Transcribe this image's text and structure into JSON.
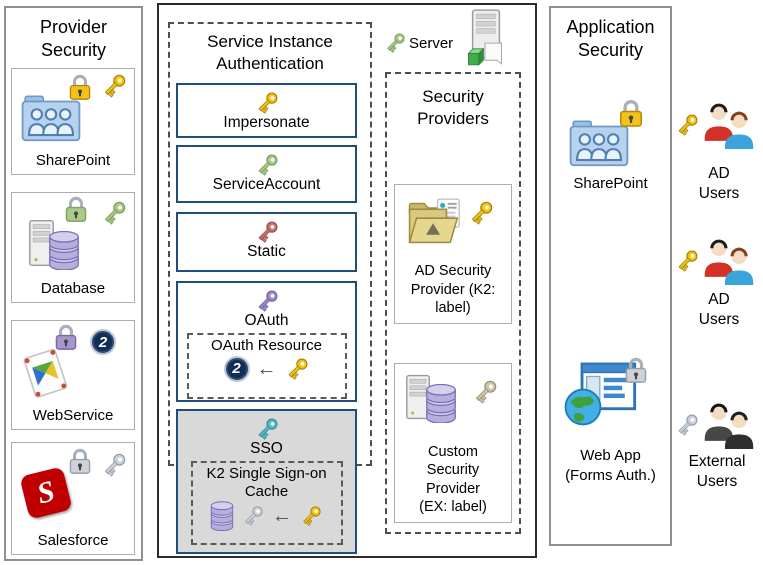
{
  "provider_panel": {
    "title": "Provider Security",
    "items": [
      {
        "label": "SharePoint"
      },
      {
        "label": "Database"
      },
      {
        "label": "WebService"
      },
      {
        "label": "Salesforce"
      }
    ]
  },
  "middle_panel": {
    "server_label": "Server",
    "sia": {
      "title": "Service Instance Authentication",
      "methods": [
        {
          "label": "Impersonate",
          "key_color": "#F2C40D"
        },
        {
          "label": "ServiceAccount",
          "key_color": "#A6C687"
        },
        {
          "label": "Static",
          "key_color": "#C4736D"
        },
        {
          "label": "OAuth",
          "key_color": "#9C89C6"
        }
      ],
      "oauth_resource": {
        "label": "OAuth Resource"
      },
      "sso": {
        "label": "SSO",
        "key_color": "#55B7C6"
      },
      "k2_cache": {
        "label": "K2 Single Sign-on Cache"
      }
    },
    "security_providers": {
      "title": "Security Providers",
      "items": [
        {
          "label": "AD Security Provider (K2: label)"
        },
        {
          "label": "Custom Security Provider (EX: label)"
        }
      ]
    }
  },
  "application_panel": {
    "title": "Application Security",
    "items": [
      {
        "label": "SharePoint"
      },
      {
        "label": "Web App (Forms Auth.)"
      }
    ]
  },
  "user_groups": [
    {
      "label": "AD Users"
    },
    {
      "label": "AD Users"
    },
    {
      "label": "External Users"
    }
  ],
  "glyphs": {
    "arrow_left": "←",
    "oauth_badge_text": "2",
    "salesforce_initial": "S"
  },
  "colors": {
    "method_box_border": "#1F4E79",
    "sso_fill": "#D9D9D9",
    "gold_key": "#F2C40D",
    "green_key": "#A6C687",
    "red_key": "#C4736D",
    "purple_key": "#9C89C6",
    "teal_key": "#55B7C6",
    "silver_key": "#CBD1D9",
    "tan_key": "#CFC6AA"
  }
}
